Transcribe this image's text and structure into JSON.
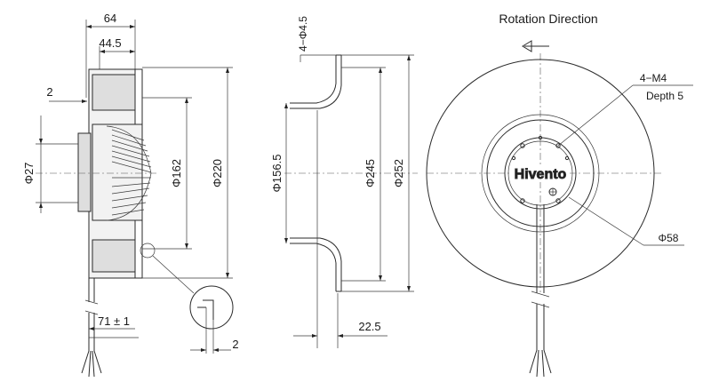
{
  "labels": {
    "d64": "64",
    "d44_5": "44.5",
    "d2_top": "2",
    "phi27": "Φ27",
    "phi162": "Φ162",
    "phi220": "Φ220",
    "len71": "71 ± 1",
    "d2_detail": "2",
    "holes": "4−Φ4.5",
    "phi156_5": "Φ156.5",
    "phi245": "Φ245",
    "phi252": "Φ252",
    "d22_5": "22.5",
    "rotation": "Rotation  Direction",
    "m4": "4−M4",
    "depth": "Depth 5",
    "phi58": "Φ58",
    "brand": "Hivento"
  },
  "icons": {
    "rotation_arrow": "left-arrow-icon"
  }
}
